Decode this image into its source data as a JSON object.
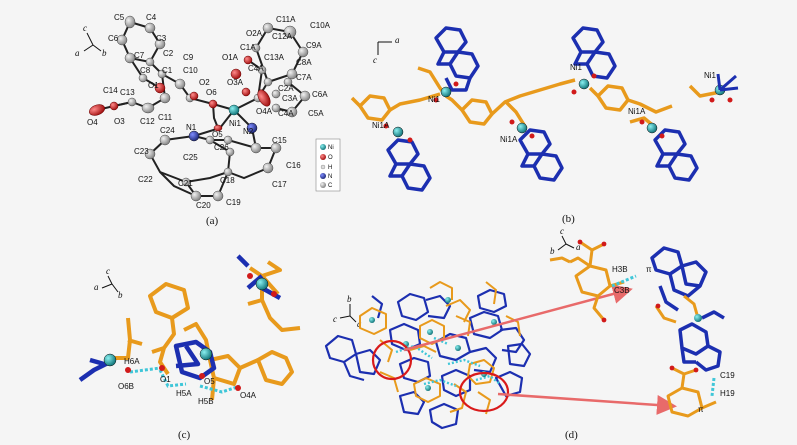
{
  "panels": {
    "a": {
      "caption": "(a)",
      "axes": {
        "c": "c",
        "a": "a",
        "b": "b"
      },
      "atoms": [
        "C5",
        "C4",
        "C6",
        "C3",
        "C7",
        "C2",
        "C8",
        "C9",
        "C1",
        "C10",
        "O1",
        "O2",
        "C13",
        "C14",
        "O4",
        "O3",
        "C12",
        "C11",
        "O6",
        "C11A",
        "C10A",
        "O2A",
        "C12A",
        "C1A",
        "C9A",
        "O1A",
        "C13A",
        "C4A",
        "C8A",
        "O3A",
        "C7A",
        "C2A",
        "Ni1",
        "C3A",
        "C6A",
        "O4A",
        "C4A",
        "C5A",
        "O5",
        "N1",
        "N2",
        "C24",
        "C15",
        "C26",
        "C23",
        "C25",
        "C16",
        "C22",
        "C21",
        "C18",
        "C17",
        "C20",
        "C19"
      ],
      "legend": [
        "Ni",
        "O",
        "H",
        "N",
        "C"
      ]
    },
    "b": {
      "caption": "(b)",
      "axes": {
        "a": "a",
        "c": "c"
      },
      "labels": [
        "Ni1",
        "Ni1",
        "Ni1",
        "Ni1A",
        "Ni1A",
        "Ni1A",
        "Ni1"
      ]
    },
    "c": {
      "caption": "(c)",
      "axes": {
        "c": "c",
        "a": "a",
        "b": "b"
      },
      "labels": [
        "H6A",
        "O6B",
        "O1",
        "O5",
        "H5A",
        "H5B",
        "O4A"
      ]
    },
    "d": {
      "caption": "(d)",
      "axes_top": {
        "c": "c",
        "b": "b",
        "a": "a"
      },
      "axes_mid": {
        "b": "b",
        "c": "c",
        "a": "a"
      },
      "labels": [
        "H3B",
        "C3B",
        "π",
        "C19",
        "H19",
        "π"
      ]
    }
  },
  "colors": {
    "ni": "#1aa3a3",
    "o": "#d11a1a",
    "n": "#1e2f9e",
    "c": "#a8a8a8",
    "stick_orange": "#e89a1c",
    "stick_blue": "#1c2fb0",
    "hbond": "#3fc6d8",
    "arrow": "#e86a6a",
    "ring": "#d91a1a"
  }
}
